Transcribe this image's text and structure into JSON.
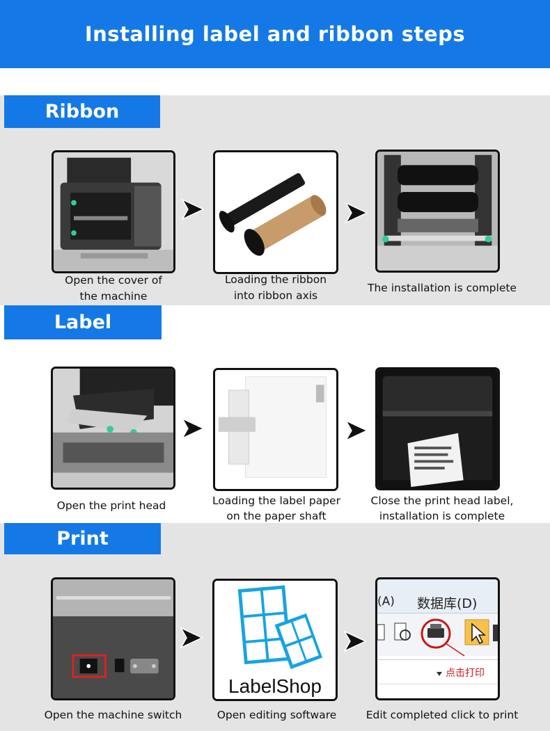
{
  "header": {
    "title": "Installing label and ribbon steps"
  },
  "sections": [
    {
      "name": "Ribbon",
      "steps": [
        {
          "lines": [
            "Open the cover of",
            "the machine"
          ]
        },
        {
          "lines": [
            "Loading the ribbon",
            "into ribbon axis"
          ]
        },
        {
          "lines": [
            "The installation is complete"
          ]
        }
      ]
    },
    {
      "name": "Label",
      "steps": [
        {
          "lines": [
            "Open the print head"
          ]
        },
        {
          "lines": [
            "Loading the label paper",
            "on the paper shaft"
          ]
        },
        {
          "lines": [
            "Close the print head label,",
            "installation is complete"
          ]
        }
      ]
    },
    {
      "name": "Print",
      "steps": [
        {
          "lines": [
            "Open the machine switch"
          ]
        },
        {
          "lines": [
            "Open editing software"
          ]
        },
        {
          "lines": [
            "Edit completed click to print"
          ]
        }
      ]
    }
  ],
  "software_logo": {
    "text": "LabelShop"
  },
  "screenshot_ui": {
    "menu_left": "(A)",
    "menu_right": "数据库(D)",
    "annotation": "点击打印"
  },
  "colors": {
    "header_bg": "#1479e6",
    "section_bg": "#e4e4e4",
    "tab_bg": "#1479e6",
    "logo_blue": "#17a3e2",
    "annotation_red": "#d01818"
  }
}
